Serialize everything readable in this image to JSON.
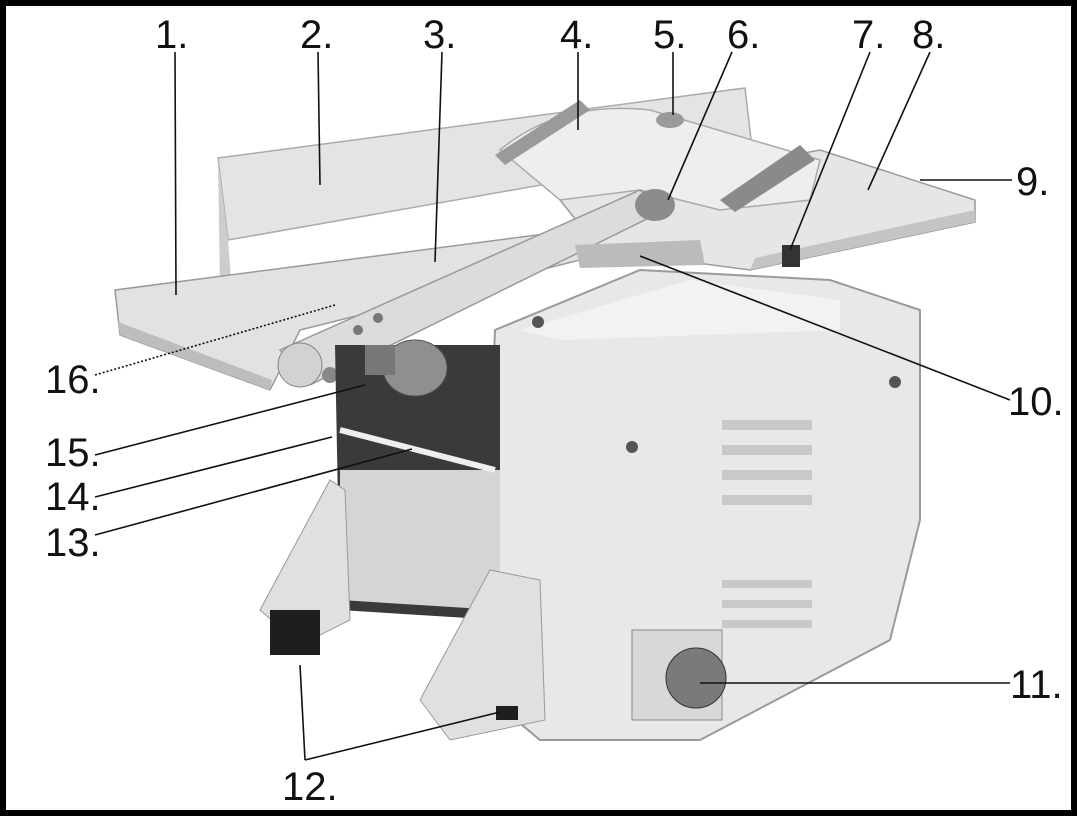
{
  "figure": {
    "callouts": {
      "c1": "1.",
      "c2": "2.",
      "c3": "3.",
      "c4": "4.",
      "c5": "5.",
      "c6": "6.",
      "c7": "7.",
      "c8": "8.",
      "c9": "9.",
      "c10": "10.",
      "c11": "11.",
      "c12": "12.",
      "c13": "13.",
      "c14": "14.",
      "c15": "15.",
      "c16": "16."
    }
  },
  "colors": {
    "border": "#000000",
    "machine_light": "#e6e6e6",
    "machine_mid": "#cfcfcf",
    "machine_shadow": "#9a9a9a",
    "dark": "#1a1a1a",
    "leader": "#111111"
  }
}
